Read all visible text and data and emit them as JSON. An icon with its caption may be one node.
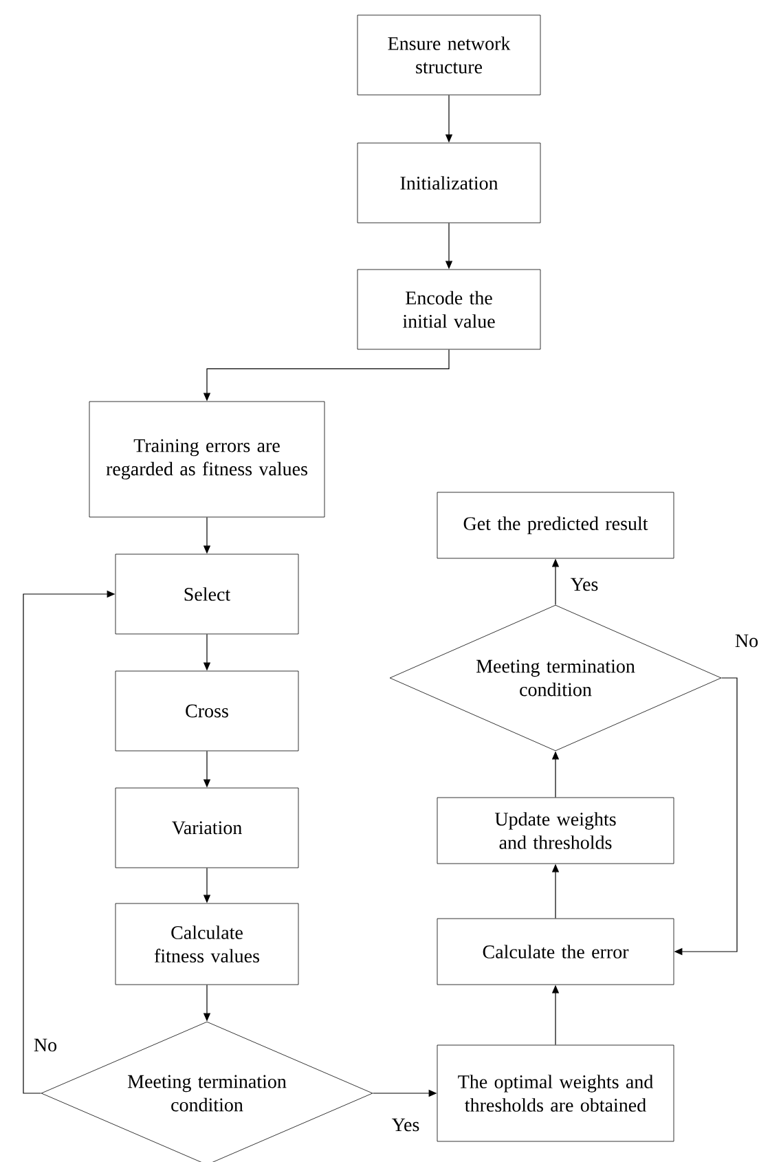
{
  "diagram": {
    "nodes": [
      {
        "text": [
          "Ensure network structure"
        ]
      },
      {
        "text": [
          "Initialization"
        ]
      },
      {
        "text": [
          "Encode the initial value"
        ]
      },
      {
        "text": [
          "Training errors are regarded as fitness values"
        ]
      },
      {
        "text": [
          "Select"
        ]
      },
      {
        "text": [
          "Cross"
        ]
      },
      {
        "text": [
          "Variation"
        ]
      },
      {
        "text": [
          "Calculate fitness values"
        ]
      },
      {
        "text": [
          "Meeting termination condition"
        ]
      },
      {
        "text": [
          "The optimal weights and thresholds are obtained"
        ]
      },
      {
        "text": [
          "Calculate the error"
        ]
      },
      {
        "text": [
          "Update weights and thresholds"
        ]
      },
      {
        "text": [
          "Meeting termination condition"
        ]
      },
      {
        "text": [
          "Get the predicted result"
        ]
      }
    ],
    "edges": [
      {
        "from": 0,
        "to": 1,
        "arrow": "to"
      },
      {
        "from": 1,
        "to": 2,
        "arrow": "to"
      },
      {
        "from": 2,
        "to": 3,
        "arrow": "to"
      },
      {
        "from": 3,
        "to": 4,
        "arrow": "to"
      },
      {
        "from": 4,
        "to": 5,
        "arrow": "to"
      },
      {
        "from": 5,
        "to": 6,
        "arrow": "to"
      },
      {
        "from": 6,
        "to": 7,
        "arrow": "to"
      },
      {
        "from": 7,
        "to": 8,
        "arrow": "to"
      },
      {
        "from": 8,
        "to": 4,
        "arrow": "to",
        "label": "No"
      },
      {
        "from": 8,
        "to": 9,
        "arrow": "to",
        "label": "Yes"
      },
      {
        "from": 9,
        "to": 10,
        "arrow": "to"
      },
      {
        "from": 10,
        "to": 11,
        "arrow": "to"
      },
      {
        "from": 11,
        "to": 12,
        "arrow": "to"
      },
      {
        "from": 12,
        "to": 13,
        "arrow": "to",
        "label": "Yes"
      },
      {
        "from": 12,
        "to": 10,
        "arrow": "to",
        "label": "No"
      }
    ]
  }
}
